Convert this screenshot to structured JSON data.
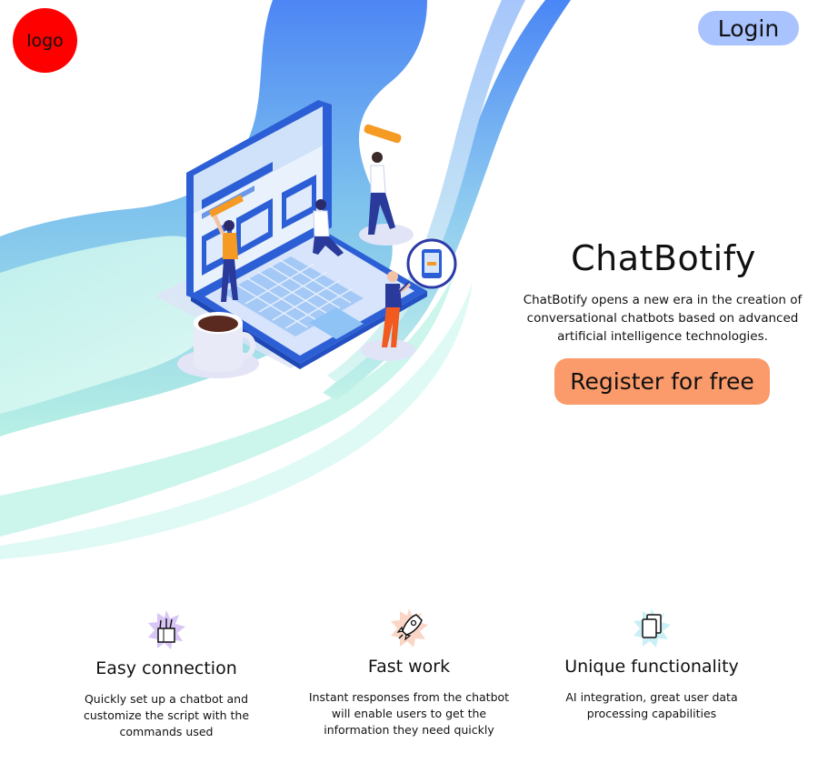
{
  "header": {
    "logo_label": "logo",
    "login_label": "Login"
  },
  "hero": {
    "title": "ChatBotify",
    "description": "ChatBotify opens a new era in the creation of conversational chatbots based on advanced artificial intelligence technologies.",
    "cta_label": "Register for free"
  },
  "features": [
    {
      "icon": "pencil-cup-icon",
      "title": "Easy connection",
      "description": "Quickly set up a chatbot and customize the script with the commands used"
    },
    {
      "icon": "rocket-icon",
      "title": "Fast work",
      "description": "Instant responses from the chatbot will enable users to get the information they need quickly"
    },
    {
      "icon": "documents-icon",
      "title": "Unique functionality",
      "description": "AI integration, great user data processing capabilities"
    }
  ],
  "colors": {
    "logo_bg": "#ff0000",
    "login_bg": "#a9c3ff",
    "cta_bg": "#fb9a6a",
    "wave_blue": "#4f8ff5",
    "wave_mint": "#bff3e6"
  }
}
